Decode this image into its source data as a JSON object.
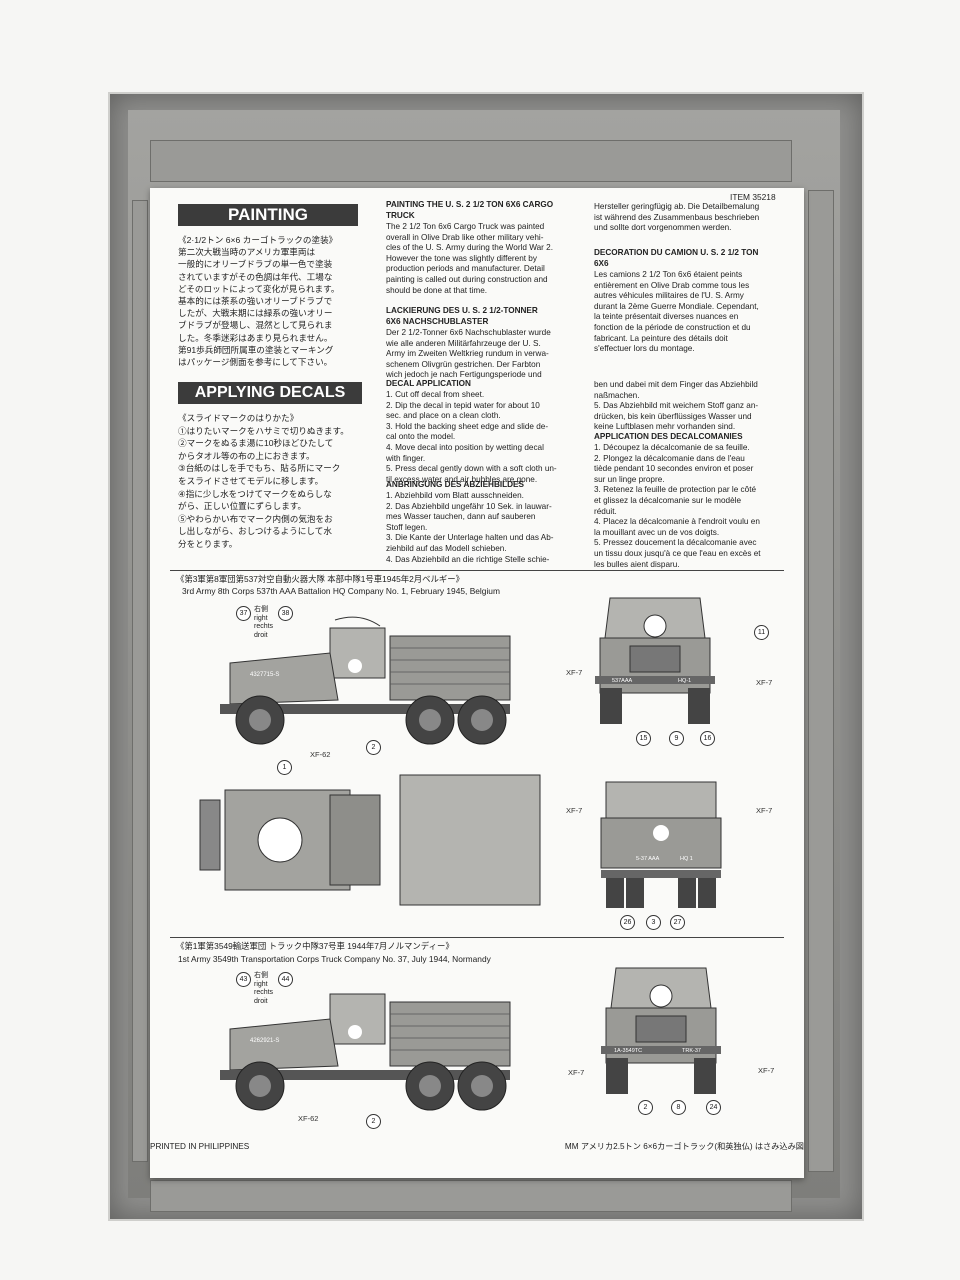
{
  "sheet": {
    "item_number": "ITEM 35218",
    "painting_banner": "PAINTING",
    "decals_banner": "APPLYING DECALS",
    "painting_jp": "《2·1/2トン 6×6 カーゴトラックの塗装》\n第二次大戦当時のアメリカ軍車両は\n一般的にオリーブドラブの単一色で塗装\nされていますがその色調は年代、工場な\nどそのロットによって変化が見られます。\n基本的には茶系の強いオリーブドラブで\nしたが、大戦末期には緑系の強いオリー\nブドラブが登場し、混然として見られま\nした。冬季迷彩はあまり見られません。\n第91歩兵師団所属車の塗装とマーキング\nはパッケージ側面を参考にして下さい。",
    "decals_jp": "《スライドマークのはりかた》\n①はりたいマークをハサミで切りぬきます。\n②マークをぬるま湯に10秒ほどひたして\nからタオル等の布の上におきます。\n③台紙のはしを手でもち、貼る所にマーク\nをスライドさせてモデルに移します。\n④指に少し水をつけてマークをぬらしな\nがら、正しい位置にずらします。\n⑤やわらかい布でマーク内側の気泡をお\nし出しながら、おしつけるようにして水\n分をとります。",
    "painting_en_title": "PAINTING THE U. S. 2 1/2 TON 6X6 CARGO\nTRUCK",
    "painting_en": "The 2 1/2 Ton 6x6 Cargo Truck was painted\noverall in Olive Drab like other military vehi-\ncles of the U. S. Army during the World War 2.\nHowever the tone was slightly different by\nproduction periods and manufacturer. Detail\npainting is called out during construction and\nshould be done at that time.",
    "painting_de_title": "LACKIERUNG DES U. S. 2 1/2-TONNER\n6X6 NACHSCHUBLASTER",
    "painting_de": "Der 2 1/2-Tonner 6x6 Nachschublaster wurde\nwie alle anderen Militärfahrzeuge der U. S.\nArmy im Zweiten Weltkrieg rundum in verwa-\nschenem Olivgrün gestrichen. Der Farbton\nwich jedoch je nach Fertigungsperiode und",
    "painting_de_cont": "Hersteller geringfügig ab. Die Detailbemalung\nist während des Zusammenbaus beschrieben\nund sollte dort vorgenommen werden.",
    "painting_fr_title": "DECORATION DU CAMION U. S. 2 1/2 TON\n6X6",
    "painting_fr": "Les camions 2 1/2 Ton 6x6 étaient peints\nentièrement en Olive Drab comme tous les\nautres véhicules militaires de l'U. S. Army\ndurant la 2ème Guerre Mondiale. Cependant,\nla teinte présentait diverses nuances en\nfonction de la période de construction et du\nfabricant. La peinture des détails doit\ns'effectuer lors du montage.",
    "decal_en_title": "DECAL APPLICATION",
    "decal_en": "1. Cut off decal from sheet.\n2. Dip the decal in tepid water for about 10\nsec. and place on a clean cloth.\n3. Hold the backing sheet edge and slide de-\ncal onto the model.\n4. Move decal into position by wetting decal\nwith finger.\n5. Press decal gently down with a soft cloth un-\ntil excess water and air bubbles are gone.",
    "decal_de_title": "ANBRINGUNG DES ABZIEHBILDES",
    "decal_de": "1. Abziehbild vom Blatt ausschneiden.\n2. Das Abziehbild ungefähr 10 Sek. in lauwar-\nmes Wasser tauchen, dann auf sauberen\nStoff legen.\n3. Die Kante der Unterlage halten und das Ab-\nziehbild auf das Modell schieben.\n4. Das Abziehbild an die richtige Stelle schie-",
    "decal_de_cont": "ben und dabei mit dem Finger das Abziehbild\nnaßmachen.\n5. Das Abziehbild mit weichem Stoff ganz an-\ndrücken, bis kein überflüssiges Wasser und\nkeine Luftblasen mehr vorhanden sind.",
    "decal_fr_title": "APPLICATION DES DECALCOMANIES",
    "decal_fr": "1. Découpez la décalcomanie de sa feuille.\n2. Plongez la décalcomanie dans de l'eau\ntiède pendant 10 secondes environ et poser\nsur un linge propre.\n3. Retenez la feuille de protection par le côté\net glissez la décalcomanie sur le modèle\nréduit.\n4. Placez la décalcomanie à l'endroit voulu en\nla mouillant avec un de vos doigts.\n5. Pressez doucement la décalcomanie avec\nun tissu doux jusqu'à ce que l'eau en excès et\nles bulles aient disparu.",
    "scheme1_jp": "《第3軍第8軍団第537対空自動火器大隊 本部中隊1号車1945年2月ベルギー》",
    "scheme1_en": "3rd Army 8th Corps 537th AAA Battalion HQ Company No. 1, February 1945, Belgium",
    "scheme2_jp": "《第1軍第3549輸送軍団 トラック中隊37号車 1944年7月ノルマンディー》",
    "scheme2_en": "1st Army 3549th Transportation Corps Truck Company No. 37, July 1944, Normandy",
    "side_label": "右側\nright\nrechts\ndroit",
    "paint_xf7": "XF-7",
    "paint_xf62": "XF-62",
    "plate1_front": "537AAA",
    "plate1_right": "HQ-1",
    "hood_number1": "4327715-S",
    "hood_number2": "4262921-S",
    "plate2_front": "1A-3549TC",
    "plate2_right": "TRK-37",
    "rear_marks": "5-37\nAAA",
    "rear_marks_hq": "HQ\n1",
    "callouts1": {
      "n37": "37",
      "n38": "38",
      "n11": "11",
      "n15": "15",
      "n9": "9",
      "n16": "16",
      "n1": "1",
      "n2": "2",
      "n26": "26",
      "n3": "3",
      "n27": "27"
    },
    "callouts2": {
      "n43": "43",
      "n44": "44",
      "n2": "2",
      "n8": "8",
      "n24": "24"
    },
    "printed_in": "PRINTED IN PHILIPPINES",
    "footer_jp": "MM アメリカ2.5トン 6×6カーゴトラック(和英独仏) はさみ込み図"
  }
}
